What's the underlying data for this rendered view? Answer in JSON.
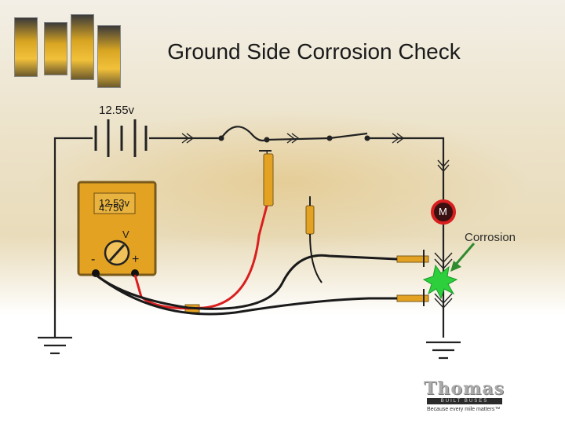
{
  "title": "Ground Side Corrosion Check",
  "battery_voltage": "12.55v",
  "meter_readings": [
    "12.53v",
    "4.75v"
  ],
  "meter_mode": "V",
  "meter_minus": "-",
  "meter_plus": "+",
  "motor_label": "M",
  "corrosion_label": "Corrosion",
  "logo": {
    "name": "Thomas",
    "subtitle": "BUILT BUSES",
    "tagline": "Because every mile matters™"
  },
  "colors": {
    "meter_body": "#e3a222",
    "meter_border": "#7a5a1a",
    "motor": "#d81e1e",
    "corrosion": "#2dcf3d",
    "lead_red": "#d91f1f",
    "lead_black": "#1a1a1a",
    "title": "#1a1a1a",
    "arrow": "#2e8b2e"
  }
}
